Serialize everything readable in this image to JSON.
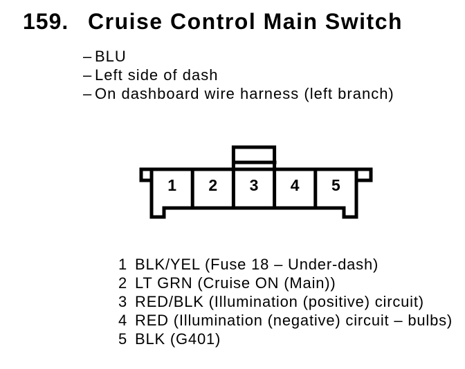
{
  "page": {
    "background_color": "#ffffff",
    "ink_color": "#000000"
  },
  "header": {
    "item_number": "159.",
    "title": "Cruise Control Main Switch"
  },
  "details": [
    {
      "bullet": "–",
      "text": "BLU"
    },
    {
      "bullet": "–",
      "text": "Left side of dash"
    },
    {
      "bullet": "–",
      "text": "On dashboard wire harness (left branch)"
    }
  ],
  "connector": {
    "description": "5-cavity connector, front view, locking tab above cavity 3",
    "pins": [
      "1",
      "2",
      "3",
      "4",
      "5"
    ]
  },
  "pinout": [
    {
      "pin": "1",
      "desc": "BLK/YEL (Fuse 18 – Under-dash)"
    },
    {
      "pin": "2",
      "desc": "LT GRN (Cruise ON (Main))"
    },
    {
      "pin": "3",
      "desc": "RED/BLK (Illumination (positive) circuit)"
    },
    {
      "pin": "4",
      "desc": "RED (Illumination (negative) circuit – bulbs)"
    },
    {
      "pin": "5",
      "desc": "BLK (G401)"
    }
  ]
}
